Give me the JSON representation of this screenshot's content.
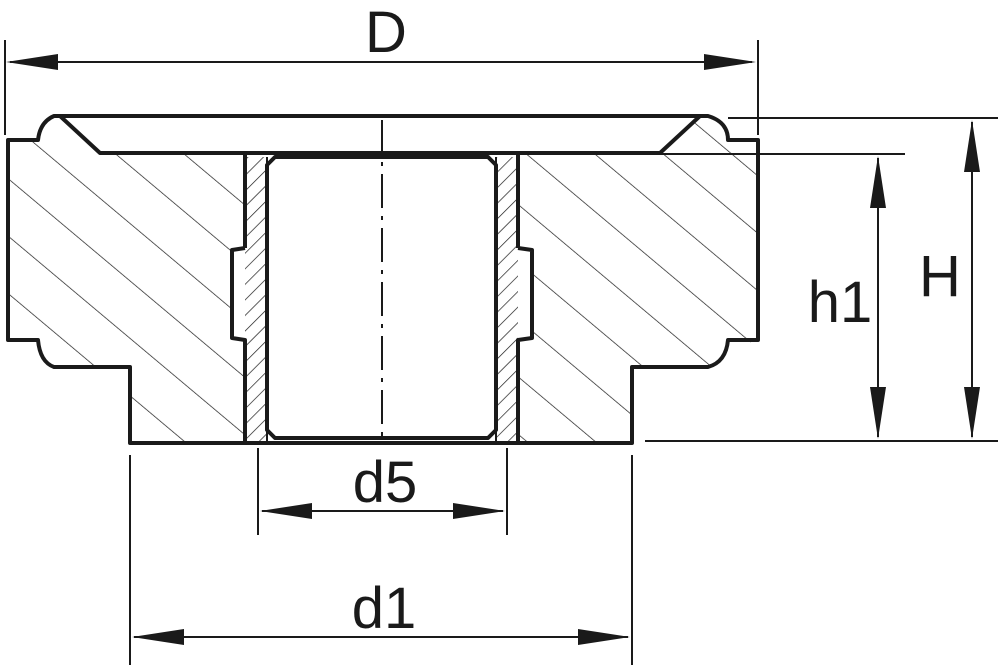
{
  "dimensions": {
    "outer_diameter": "D",
    "overall_height": "H",
    "thread_depth": "h1",
    "thread_diameter": "d5",
    "spigot_diameter": "d1"
  }
}
